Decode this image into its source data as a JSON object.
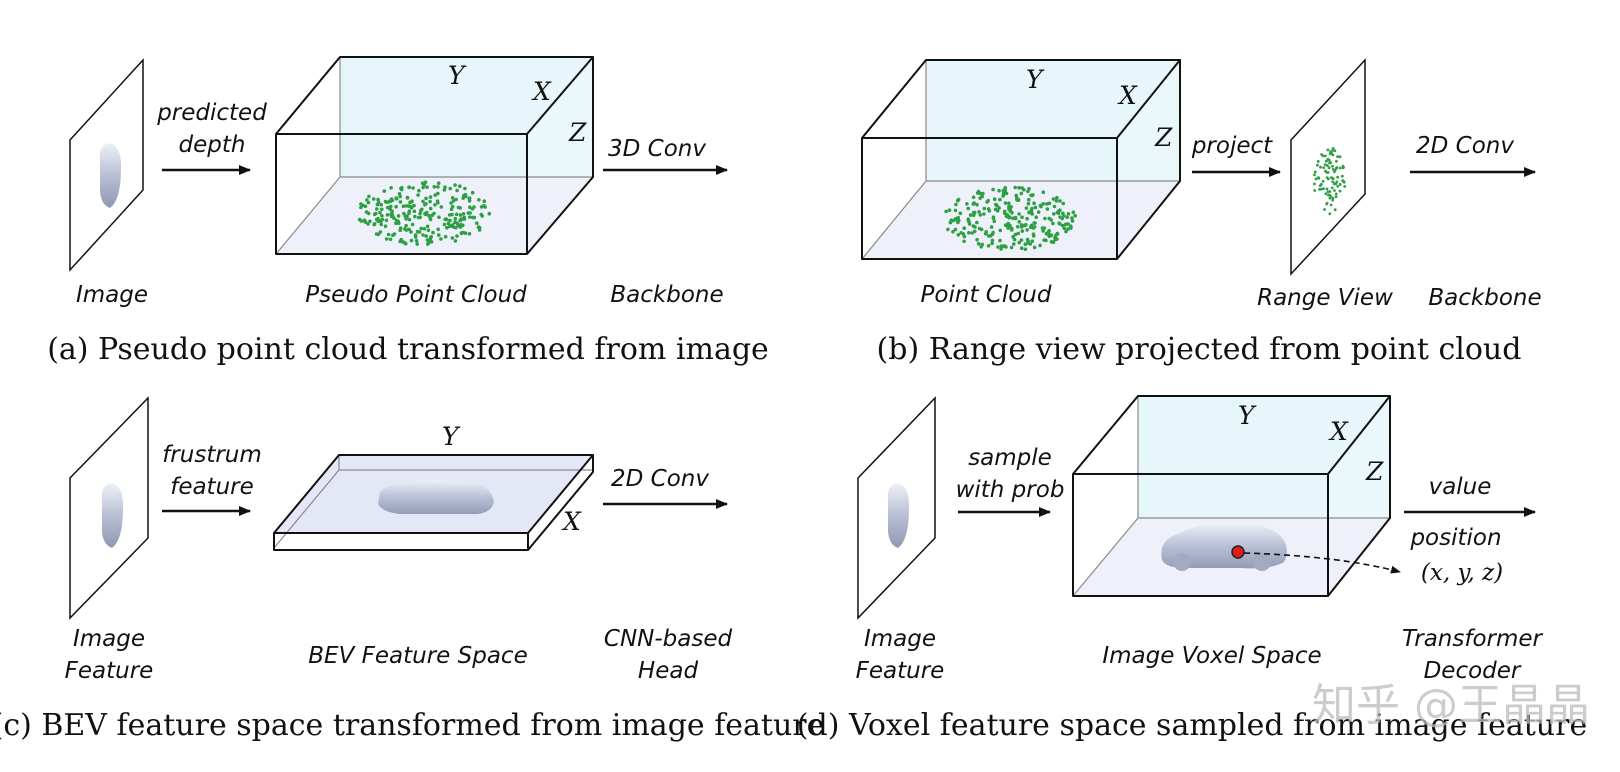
{
  "panels": {
    "a": {
      "caption": "(a) Pseudo point cloud transformed from image",
      "arrow1_label": [
        "predicted",
        "depth"
      ],
      "arrow2_label": "3D Conv",
      "axes": {
        "y": "Y",
        "x": "X",
        "z": "Z"
      },
      "bottom_labels": {
        "left": "Image",
        "middle": "Pseudo Point Cloud",
        "right": "Backbone"
      }
    },
    "b": {
      "caption": "(b) Range view projected from point cloud",
      "arrow1_label": "project",
      "arrow2_label": "2D Conv",
      "axes": {
        "y": "Y",
        "x": "X",
        "z": "Z"
      },
      "bottom_labels": {
        "left": "Point Cloud",
        "middle": "Range View",
        "right": "Backbone"
      }
    },
    "c": {
      "caption": "(c) BEV feature space transformed from image feature",
      "arrow1_label": [
        "frustrum",
        "feature"
      ],
      "arrow2_label": "2D Conv",
      "axes": {
        "y": "Y",
        "x": "X"
      },
      "bottom_labels": {
        "left": [
          "Image",
          "Feature"
        ],
        "middle": "BEV Feature Space",
        "right": [
          "CNN-based",
          "Head"
        ]
      }
    },
    "d": {
      "caption": "(d) Voxel feature space sampled from image feature",
      "arrow1_label": [
        "sample",
        "with prob"
      ],
      "arrow2_label_top": "value",
      "arrow2_label_bottom": "position",
      "position_coord": "(x, y, z)",
      "axes": {
        "y": "Y",
        "x": "X",
        "z": "Z"
      },
      "bottom_labels": {
        "left": [
          "Image",
          "Feature"
        ],
        "middle": "Image Voxel Space",
        "right": [
          "Transformer",
          "Decoder"
        ]
      }
    }
  },
  "watermark": "知乎 @王晶晶",
  "colors": {
    "point": "#2ea043",
    "sample_point": "#e01b1b",
    "box_tint": "#e6f6fb"
  }
}
